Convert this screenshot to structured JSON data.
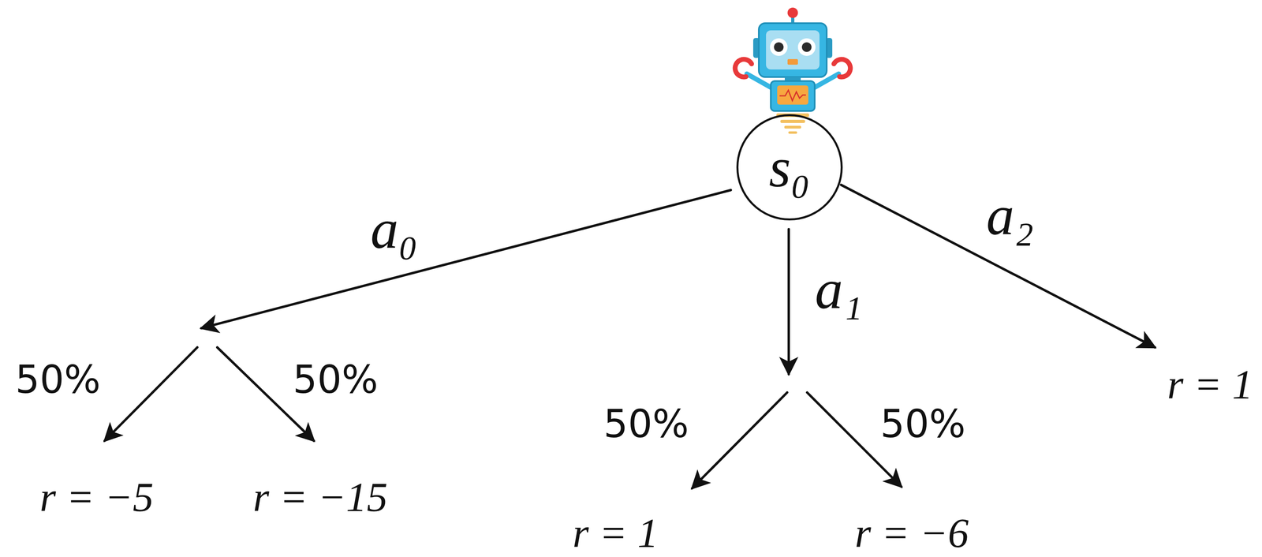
{
  "diagram": {
    "nodes": [
      {
        "text": [
          "s₀"
        ]
      }
    ],
    "labels": [
      "a₀",
      "50%",
      "50%",
      "r = −5",
      "r = −15",
      "a₁",
      "50%",
      "50%",
      "r = 1",
      "r = −6",
      "a₂",
      "r = 1"
    ]
  }
}
